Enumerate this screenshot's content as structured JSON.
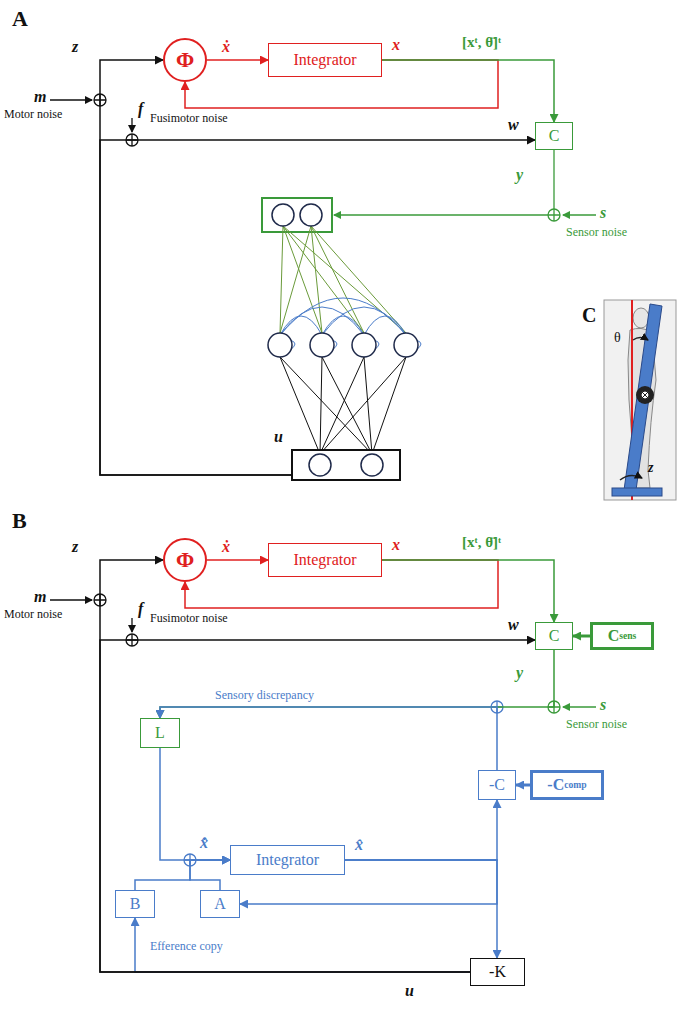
{
  "diagram": {
    "nodes": [
      {
        "text": [
          "Φ"
        ]
      },
      {
        "text": [
          "Integrator"
        ]
      },
      {
        "text": [
          "C"
        ]
      },
      {
        "text": [
          "u"
        ]
      },
      {
        "text": [
          "Φ"
        ]
      },
      {
        "text": [
          "Integrator"
        ]
      },
      {
        "text": [
          "C"
        ]
      },
      {
        "text": [
          "C",
          "sens"
        ]
      },
      {
        "text": [
          "L"
        ]
      },
      {
        "text": [
          "Integrator"
        ]
      },
      {
        "text": [
          "-C"
        ]
      },
      {
        "text": [
          "-C",
          "comp"
        ]
      },
      {
        "text": [
          "B"
        ]
      },
      {
        "text": [
          "A"
        ]
      },
      {
        "text": [
          "-K"
        ]
      }
    ],
    "edges": [
      {
        "from": 0,
        "to": 1,
        "arrow": "to",
        "label": "ẋ"
      },
      {
        "from": 1,
        "to": 0,
        "arrow": "to"
      },
      {
        "from": 1,
        "to": 2,
        "arrow": "to"
      },
      {
        "from": 3,
        "to": 0,
        "arrow": "to"
      },
      {
        "from": 3,
        "to": 2,
        "arrow": "to"
      },
      {
        "from": 4,
        "to": 5,
        "arrow": "to",
        "label": "ẋ"
      },
      {
        "from": 5,
        "to": 4,
        "arrow": "to"
      },
      {
        "from": 5,
        "to": 6,
        "arrow": "to"
      },
      {
        "from": 7,
        "to": 6,
        "arrow": "to"
      },
      {
        "from": 6,
        "to": 8,
        "arrow": "to"
      },
      {
        "from": 10,
        "to": 8,
        "arrow": "to"
      },
      {
        "from": 11,
        "to": 10,
        "arrow": "to"
      },
      {
        "from": 8,
        "to": 9,
        "arrow": "to",
        "label": "x̂̇"
      },
      {
        "from": 12,
        "to": 9,
        "arrow": "to"
      },
      {
        "from": 13,
        "to": 9,
        "arrow": "to"
      },
      {
        "from": 9,
        "to": 13,
        "arrow": "to"
      },
      {
        "from": 9,
        "to": 10,
        "arrow": "to"
      },
      {
        "from": 9,
        "to": 14,
        "arrow": "to"
      },
      {
        "from": 14,
        "to": 12,
        "arrow": "to"
      },
      {
        "from": 14,
        "to": 4,
        "arrow": "to"
      },
      {
        "from": 14,
        "to": 6,
        "arrow": "to"
      }
    ],
    "labels": [
      "A",
      "z",
      "m",
      "Motor noise",
      "f",
      "Fusimotor noise",
      "x",
      "[xᵗ, θ̈]ᵗ",
      "w",
      "y",
      "s",
      "Sensor noise",
      "C",
      "θ",
      "z",
      "B",
      "z",
      "m",
      "Motor noise",
      "f",
      "Fusimotor noise",
      "x",
      "[xᵗ, θ̈]ᵗ",
      "w",
      "y",
      "s",
      "Sensor noise",
      "Sensory discrepancy",
      "x̂",
      "Efference copy",
      "u"
    ]
  }
}
